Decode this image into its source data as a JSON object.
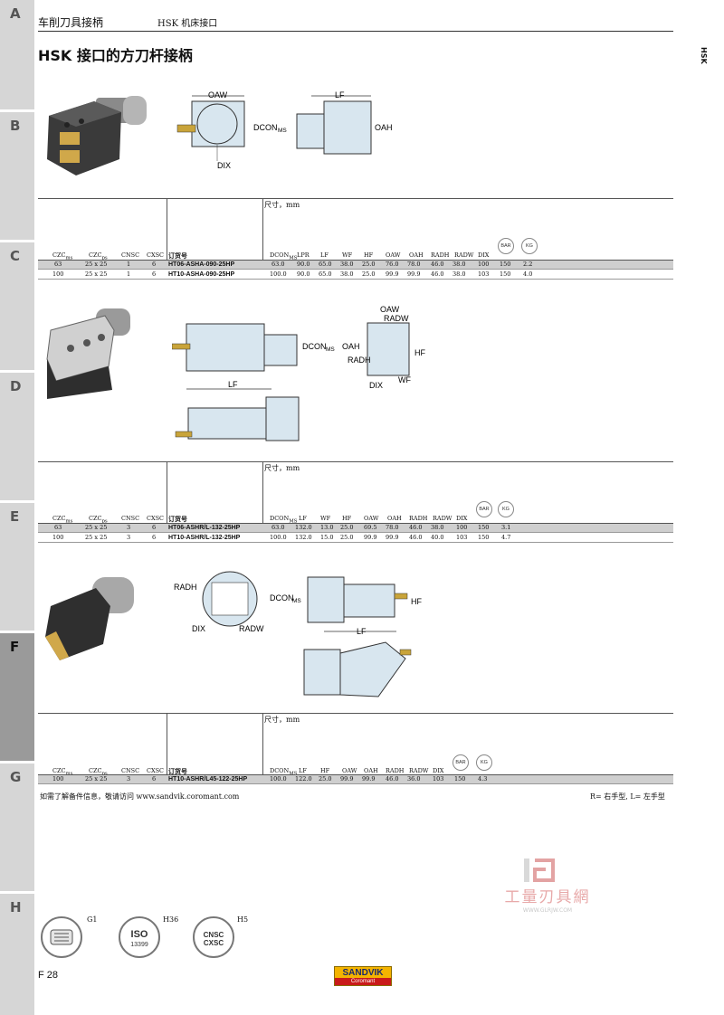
{
  "tabs": [
    {
      "letter": "A",
      "active": false
    },
    {
      "letter": "B",
      "active": false
    },
    {
      "letter": "C",
      "active": false
    },
    {
      "letter": "D",
      "active": false
    },
    {
      "letter": "E",
      "active": false
    },
    {
      "letter": "F",
      "active": true
    },
    {
      "letter": "G",
      "active": false
    },
    {
      "letter": "H",
      "active": false
    }
  ],
  "header": {
    "section": "车削刀具接柄",
    "subsection": "HSK 机床接口",
    "side_code": "HSK"
  },
  "page_title": "HSK 接口的方刀杆接柄",
  "dimension_note": "尺寸，mm",
  "drawing_labels": {
    "section1": {
      "oaw": "OAW",
      "lf": "LF",
      "dcon": "DCON",
      "ms": "MS",
      "oah": "OAH",
      "dix": "DIX"
    },
    "section2": {
      "dcon": "DCON",
      "ms": "MS",
      "oah": "OAH",
      "oaw": "OAW",
      "radw": "RADW",
      "radh": "RADH",
      "hf": "HF",
      "wf": "WF",
      "dix": "DIX",
      "lf": "LF"
    },
    "section3": {
      "radh": "RADH",
      "dcon": "DCON",
      "ms": "MS",
      "hf": "HF",
      "dix": "DIX",
      "radw": "RADW",
      "lf": "LF"
    }
  },
  "tables": [
    {
      "headers": {
        "czc_ms": "CZC",
        "ms_sub": "ms",
        "czc_ps": "CZC",
        "ps_sub": "ps",
        "cnsc": "CNSC",
        "cxsc": "CXSC",
        "order_code": "订货号"
      },
      "dims": [
        {
          "label": "DCON",
          "sub": "MS"
        },
        {
          "label": "LPR",
          "sub": ""
        },
        {
          "label": "LF",
          "sub": ""
        },
        {
          "label": "WF",
          "sub": ""
        },
        {
          "label": "HF",
          "sub": ""
        },
        {
          "label": "OAW",
          "sub": ""
        },
        {
          "label": "OAH",
          "sub": ""
        },
        {
          "label": "RADH",
          "sub": ""
        },
        {
          "label": "RADW",
          "sub": ""
        },
        {
          "label": "DIX",
          "sub": ""
        }
      ],
      "icons": [
        "BAR",
        "KG"
      ],
      "rows": [
        {
          "czc_ms": "63",
          "czc_ps": "25 x 25",
          "cnsc": "1",
          "cxsc": "6",
          "order": "HT06-ASHA-090-25HP",
          "vals": [
            "63.0",
            "90.0",
            "65.0",
            "38.0",
            "25.0",
            "76.0",
            "78.0",
            "46.0",
            "38.0",
            "100",
            "150",
            "2.2"
          ]
        },
        {
          "czc_ms": "100",
          "czc_ps": "25 x 25",
          "cnsc": "1",
          "cxsc": "6",
          "order": "HT10-ASHA-090-25HP",
          "vals": [
            "100.0",
            "90.0",
            "65.0",
            "38.0",
            "25.0",
            "99.9",
            "99.9",
            "46.0",
            "38.0",
            "103",
            "150",
            "4.0"
          ]
        }
      ]
    },
    {
      "headers": {
        "czc_ms": "CZC",
        "ms_sub": "ms",
        "czc_ps": "CZC",
        "ps_sub": "ps",
        "cnsc": "CNSC",
        "cxsc": "CXSC",
        "order_code": "订货号"
      },
      "dims": [
        {
          "label": "DCON",
          "sub": "MS"
        },
        {
          "label": "LF",
          "sub": ""
        },
        {
          "label": "WF",
          "sub": ""
        },
        {
          "label": "HF",
          "sub": ""
        },
        {
          "label": "OAW",
          "sub": ""
        },
        {
          "label": "OAH",
          "sub": ""
        },
        {
          "label": "RADH",
          "sub": ""
        },
        {
          "label": "RADW",
          "sub": ""
        },
        {
          "label": "DIX",
          "sub": ""
        }
      ],
      "icons": [
        "BAR",
        "KG"
      ],
      "rows": [
        {
          "czc_ms": "63",
          "czc_ps": "25 x 25",
          "cnsc": "3",
          "cxsc": "6",
          "order": "HT06-ASHR/L-132-25HP",
          "vals": [
            "63.0",
            "132.0",
            "13.0",
            "25.0",
            "69.5",
            "78.0",
            "46.0",
            "38.0",
            "100",
            "150",
            "3.1"
          ]
        },
        {
          "czc_ms": "100",
          "czc_ps": "25 x 25",
          "cnsc": "3",
          "cxsc": "6",
          "order": "HT10-ASHR/L-132-25HP",
          "vals": [
            "100.0",
            "132.0",
            "15.0",
            "25.0",
            "99.9",
            "99.9",
            "46.0",
            "40.0",
            "103",
            "150",
            "4.7"
          ]
        }
      ]
    },
    {
      "headers": {
        "czc_ms": "CZC",
        "ms_sub": "ms",
        "czc_ps": "CZC",
        "ps_sub": "ps",
        "cnsc": "CNSC",
        "cxsc": "CXSC",
        "order_code": "订货号"
      },
      "dims": [
        {
          "label": "DCON",
          "sub": "MS"
        },
        {
          "label": "LF",
          "sub": ""
        },
        {
          "label": "HF",
          "sub": ""
        },
        {
          "label": "OAW",
          "sub": ""
        },
        {
          "label": "OAH",
          "sub": ""
        },
        {
          "label": "RADH",
          "sub": ""
        },
        {
          "label": "RADW",
          "sub": ""
        },
        {
          "label": "DIX",
          "sub": ""
        }
      ],
      "icons": [
        "BAR",
        "KG"
      ],
      "rows": [
        {
          "czc_ms": "100",
          "czc_ps": "25 x 25",
          "cnsc": "3",
          "cxsc": "6",
          "order": "HT10-ASHR/L45-122-25HP",
          "vals": [
            "100.0",
            "122.0",
            "25.0",
            "99.9",
            "99.9",
            "46.0",
            "36.0",
            "103",
            "150",
            "4.3"
          ]
        }
      ]
    }
  ],
  "footnote_left": "如需了解备件信息，敬请访问 www.sandvik.coromant.com",
  "footnote_right": "R= 右手型, L= 左手型",
  "watermark": {
    "text": "工量刃具網",
    "url": "WWW.GLRJW.COM"
  },
  "ref_icons": [
    {
      "code": "G1",
      "icon_text": ""
    },
    {
      "code": "H36",
      "icon_text": "ISO",
      "icon_sub": "13399"
    },
    {
      "code": "H5",
      "icon_text": "CNSC",
      "icon_sub": "CXSC"
    }
  ],
  "page_number": "F 28",
  "brand": {
    "name": "SANDVIK",
    "sub": "Coromant"
  },
  "colors": {
    "tab": "#d6d6d6",
    "tab_active": "#9a9a9a",
    "row_shade": "#cfcfcf",
    "brand_yellow": "#f4b400",
    "brand_red": "#c91a1a"
  }
}
